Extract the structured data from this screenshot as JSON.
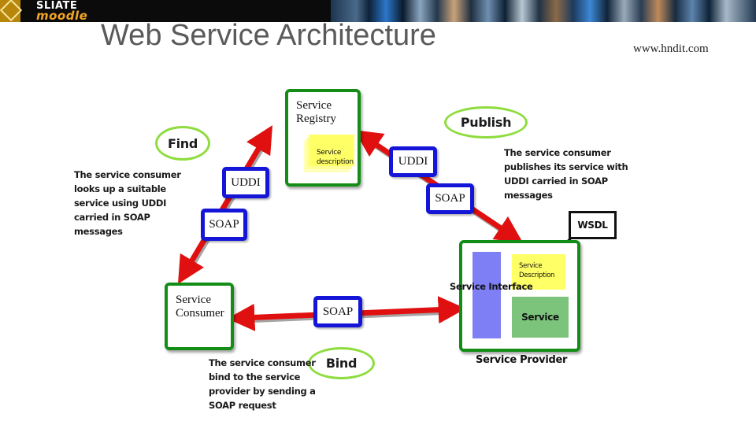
{
  "banner": {
    "brand_line1": "SLIATE",
    "brand_line2": "moodle"
  },
  "header": {
    "title": "Web Service Architecture",
    "site": "www.hndit.com"
  },
  "diagram": {
    "registry": {
      "label_line1": "Service",
      "label_line2": "Registry",
      "note_line1": "Service",
      "note_line2": "description"
    },
    "consumer": {
      "label_line1": "Service",
      "label_line2": "Consumer"
    },
    "provider": {
      "label": "Service Provider",
      "interface_label": "Service Interface",
      "desc_line1": "Service",
      "desc_line2": "Description",
      "service_label": "Service",
      "wsdl_label": "WSDL"
    },
    "protocols": {
      "find_uddi": "UDDI",
      "find_soap": "SOAP",
      "publish_uddi": "UDDI",
      "publish_soap": "SOAP",
      "bind_soap": "SOAP"
    },
    "ovals": {
      "find": "Find",
      "publish": "Publish",
      "bind": "Bind"
    },
    "descriptions": {
      "find": [
        "The service consumer",
        "looks up a suitable",
        "service using UDDI",
        "carried in SOAP",
        "messages"
      ],
      "publish": [
        "The service consumer",
        "publishes its service with",
        "UDDI carried in SOAP",
        "messages"
      ],
      "bind": [
        "The service consumer",
        "bind to the service",
        "provider by sending a",
        "SOAP request"
      ]
    }
  },
  "colors": {
    "box_border": "#138d16",
    "protocol_border": "#1515d8",
    "arrow": "#e01010",
    "oval_border": "#8edc3e",
    "note_yellow": "#ffff66",
    "service_green": "#7cc47c",
    "interface_violet": "#7f7ff5"
  }
}
